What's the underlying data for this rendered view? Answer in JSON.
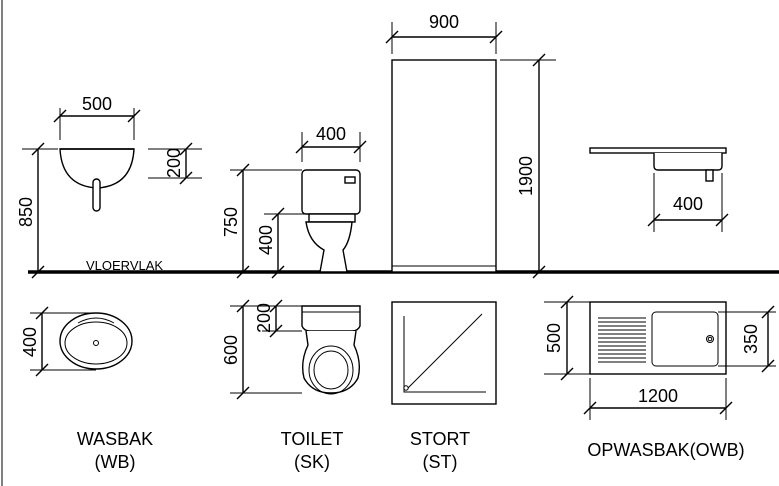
{
  "floor_label": "VLOERVLAK",
  "fixtures": {
    "wasbak": {
      "name": "WASBAK",
      "code": "(WB)",
      "width": "500",
      "height_floor": "850",
      "bowl_depth": "200",
      "plan_depth": "400"
    },
    "toilet": {
      "name": "TOILET",
      "code": "(SK)",
      "tank_width": "400",
      "tank_height": "750",
      "seat_height": "400",
      "plan_tank": "200",
      "plan_depth": "600"
    },
    "stort": {
      "name": "STORT",
      "code": "(ST)",
      "width": "900",
      "height": "1900"
    },
    "owb": {
      "name": "OPWASBAK(OWB)",
      "bowl_width": "400",
      "plan_width": "1200",
      "plan_depth": "500",
      "bowl_depth": "350"
    }
  }
}
